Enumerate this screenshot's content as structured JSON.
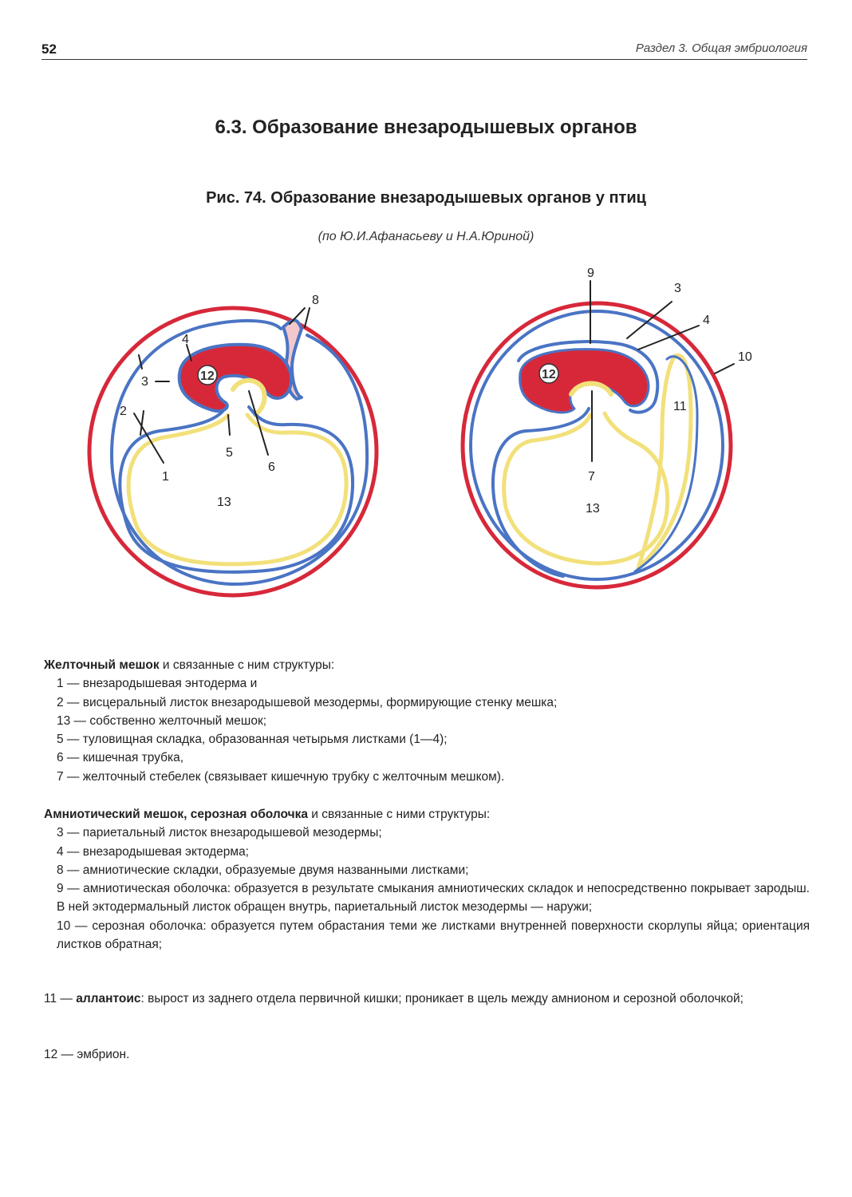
{
  "header": {
    "page_number": "52",
    "running_head": "Раздел 3. Общая эмбриология"
  },
  "section_title": "6.3. Образование внезародышевых органов",
  "figure": {
    "title": "Рис. 74. Образование внезародышевых органов у птиц",
    "credit": "(по Ю.И.Афанасьеву и Н.А.Юриной)",
    "colors": {
      "red": "#d7283a",
      "blue": "#4a74c4",
      "yellow": "#f2e07a",
      "embryo_fill": "#d7283a",
      "pink": "#f3c8cc"
    },
    "left_labels": {
      "l1": "1",
      "l2": "2",
      "l3": "3",
      "l4": "4",
      "l5": "5",
      "l6": "6",
      "l8": "8",
      "l12": "12",
      "l13": "13"
    },
    "right_labels": {
      "r3": "3",
      "r4": "4",
      "r7": "7",
      "r9": "9",
      "r10": "10",
      "r11": "11",
      "r12": "12",
      "r13": "13"
    }
  },
  "yolk_sac": {
    "heading_bold": "Желточный мешок",
    "heading_rest": " и связанные с ним структуры:",
    "items": [
      "1 — внезародышевая энтодерма и",
      "2 — висцеральный листок внезародышевой мезодермы, формирующие стенку мешка;",
      "13 — собственно желточный мешок;",
      "5 — туловищная складка, образованная четырьмя листками (1—4);",
      "6 — кишечная трубка,",
      "7 — желточный стебелек (связывает кишечную трубку с желточным мешком)."
    ]
  },
  "amnion": {
    "heading_bold": "Амниотический мешок, серозная оболочка",
    "heading_rest": " и связанные с ними структуры:",
    "items": [
      "3 — париетальный листок внезародышевой мезодермы;",
      "4 — внезародышевая эктодерма;",
      "8 — амниотические складки, образуемые двумя названными листками;",
      "9 — амниотическая оболочка: образуется в результате смыкания амниотических складок и непосредственно покрывает зародыш. В ней эктодермальный листок обращен внутрь, париетальный листок мезодермы — наружи;",
      "10 — серозная оболочка: образуется путем обрастания теми же листками внутренней поверхности скорлупы яйца; ориентация листков обратная;"
    ]
  },
  "allantois": {
    "num": "11 — ",
    "bold": "аллантоис",
    "rest": ": вырост из заднего отдела первичной кишки; проникает в щель между амнионом и серозной оболочкой;"
  },
  "embryo": "12 — эмбрион."
}
